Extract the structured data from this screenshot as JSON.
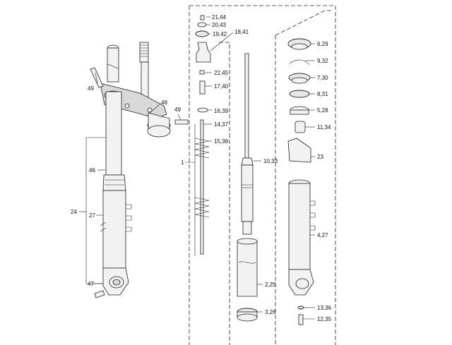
{
  "callouts": [
    {
      "id": "c-21-44",
      "text": "21,44"
    },
    {
      "id": "c-20-43",
      "text": "20,43"
    },
    {
      "id": "c-19-42",
      "text": "19,42"
    },
    {
      "id": "c-18-41",
      "text": "18,41"
    },
    {
      "id": "c-22-45",
      "text": "22,45"
    },
    {
      "id": "c-17-40",
      "text": "17,40"
    },
    {
      "id": "c-16-39",
      "text": "16,39"
    },
    {
      "id": "c-14-37",
      "text": "14,37"
    },
    {
      "id": "c-15-38",
      "text": "15,38"
    },
    {
      "id": "c-1",
      "text": "1"
    },
    {
      "id": "c-10-33",
      "text": "10,33"
    },
    {
      "id": "c-2-25",
      "text": "2,25"
    },
    {
      "id": "c-3-26",
      "text": "3,26"
    },
    {
      "id": "c-6-29",
      "text": "6,29"
    },
    {
      "id": "c-9-32",
      "text": "9,32"
    },
    {
      "id": "c-7-30",
      "text": "7,30"
    },
    {
      "id": "c-8-31",
      "text": "8,31"
    },
    {
      "id": "c-5-28",
      "text": "5,28"
    },
    {
      "id": "c-11-34",
      "text": "11,34"
    },
    {
      "id": "c-23",
      "text": "23"
    },
    {
      "id": "c-4-27",
      "text": "4,27"
    },
    {
      "id": "c-13-36",
      "text": "13,36"
    },
    {
      "id": "c-12-35",
      "text": "12,35"
    },
    {
      "id": "c-49a",
      "text": "49"
    },
    {
      "id": "c-48",
      "text": "48"
    },
    {
      "id": "c-49b",
      "text": "49"
    },
    {
      "id": "c-46",
      "text": "46"
    },
    {
      "id": "c-24",
      "text": "24"
    },
    {
      "id": "c-27",
      "text": "27"
    },
    {
      "id": "c-47",
      "text": "47"
    }
  ]
}
